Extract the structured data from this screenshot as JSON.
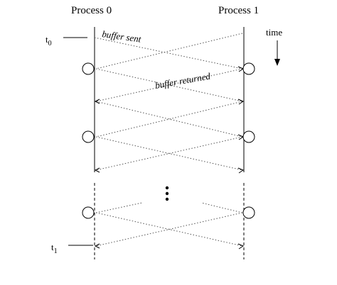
{
  "processes": [
    "Process 0",
    "Process 1"
  ],
  "time_label": "time",
  "t0": {
    "base": "t",
    "sub": "0"
  },
  "t1": {
    "base": "t",
    "sub": "1"
  },
  "messages": {
    "sent": "buffer sent",
    "returned": "buffer returned"
  },
  "ellipsis": "⋮",
  "colors": {
    "ink": "#000000",
    "dotted": "#555555"
  }
}
